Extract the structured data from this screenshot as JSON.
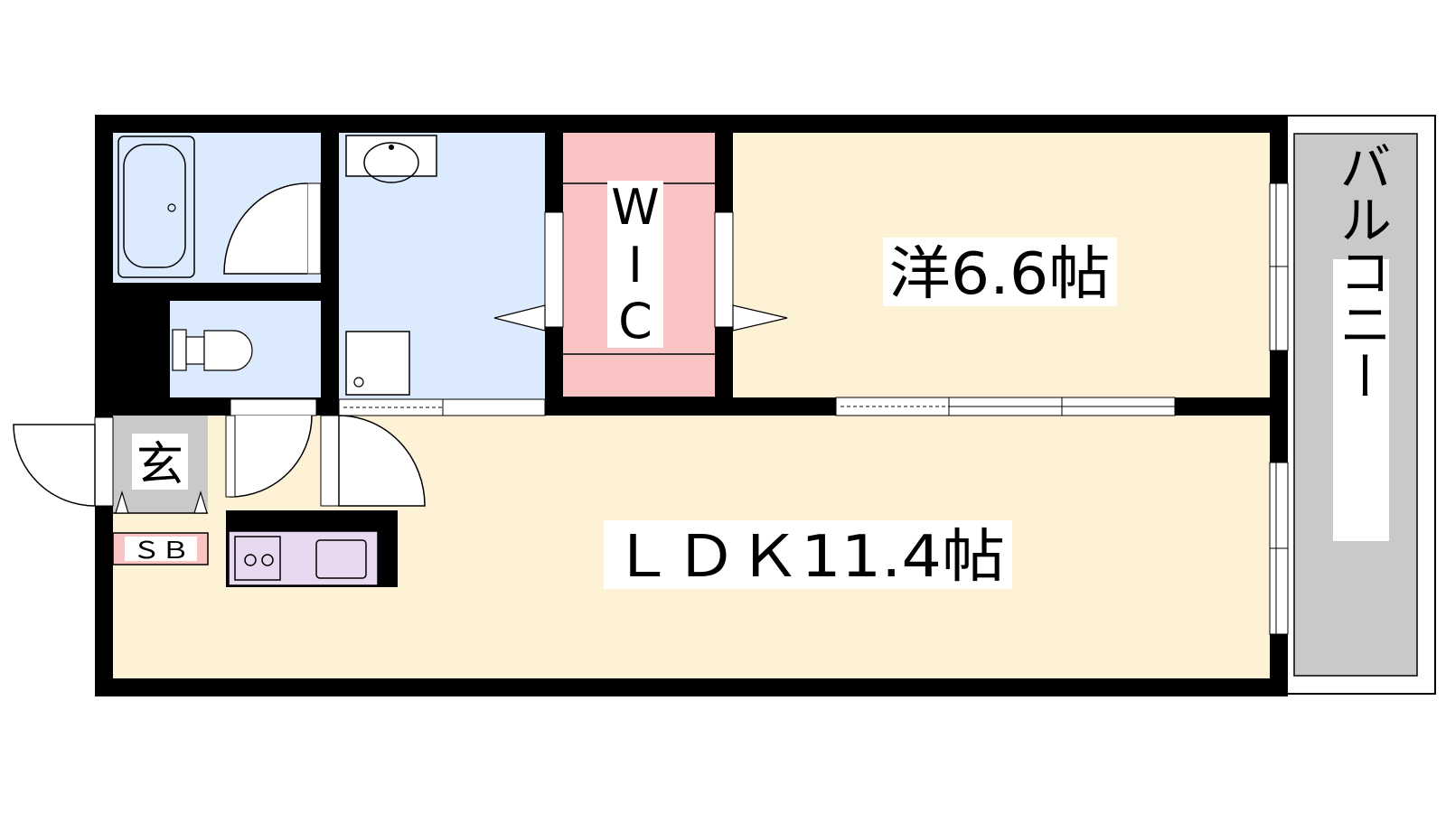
{
  "rooms": {
    "western": {
      "label": "洋6.6帖"
    },
    "ldk": {
      "label": "ＬＤＫ11.4帖"
    },
    "wic": {
      "line1": "W",
      "line2": "I",
      "line3": "C"
    },
    "entrance": {
      "label": "玄"
    },
    "shoe_box": {
      "label": "ＳＢ"
    },
    "balcony": {
      "label": "バルコニー"
    }
  },
  "colors": {
    "wall": "#000000",
    "wet_area": "#dbeafc",
    "living": "#fdf2d6",
    "closet": "#fbc4c4",
    "balcony": "#c9c9c9",
    "entrance": "#c9c9c9",
    "kitchen": "#e8d8f0",
    "background": "#ffffff"
  }
}
